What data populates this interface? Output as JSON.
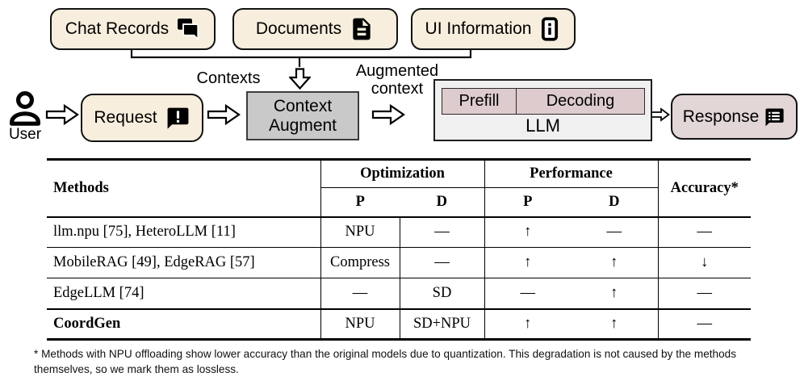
{
  "diagram": {
    "sources": [
      {
        "label": "Chat Records",
        "icon": "chat-bubbles-icon"
      },
      {
        "label": "Documents",
        "icon": "document-icon"
      },
      {
        "label": "UI Information",
        "icon": "phone-info-icon"
      }
    ],
    "user_label": "User",
    "request_label": "Request",
    "contexts_label": "Contexts",
    "augmented_context": {
      "line1": "Augmented",
      "line2": "context"
    },
    "context_augment": {
      "line1": "Context",
      "line2": "Augment"
    },
    "llm": {
      "prefill_label": "Prefill",
      "decoding_label": "Decoding",
      "llm_label": "LLM"
    },
    "response_label": "Response",
    "colors": {
      "cream": "#f7eedd",
      "box_gray": "#c9c9c9",
      "llm_bg": "#f0f0f0",
      "stage_pink": "#ddcbce",
      "response_pink": "#e3d6d6"
    }
  },
  "table": {
    "header": {
      "methods": "Methods",
      "optimization": "Optimization",
      "performance": "Performance",
      "accuracy": "Accuracy*",
      "p": "P",
      "d": "D"
    },
    "rows": [
      {
        "methods": "llm.npu [75], HeteroLLM [11]",
        "opt_p": "NPU",
        "opt_d": "—",
        "perf_p": "↑",
        "perf_d": "—",
        "accuracy": "—"
      },
      {
        "methods": "MobileRAG [49], EdgeRAG [57]",
        "opt_p": "Compress",
        "opt_d": "—",
        "perf_p": "↑",
        "perf_d": "↑",
        "accuracy": "↓"
      },
      {
        "methods": "EdgeLLM [74]",
        "opt_p": "—",
        "opt_d": "SD",
        "perf_p": "—",
        "perf_d": "↑",
        "accuracy": "—"
      },
      {
        "methods": "CoordGen",
        "opt_p": "NPU",
        "opt_d": "SD+NPU",
        "perf_p": "↑",
        "perf_d": "↑",
        "accuracy": "—"
      }
    ],
    "footnote": "* Methods with NPU offloading show lower accuracy than the original models due to quantization. This degradation is not caused by the methods themselves, so we mark them as lossless."
  }
}
